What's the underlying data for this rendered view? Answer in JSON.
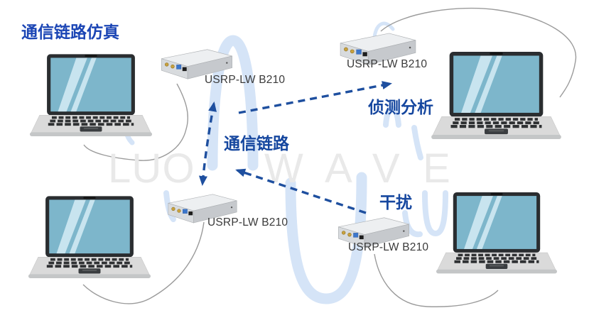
{
  "title": "通信链路仿真",
  "watermark": {
    "word1": "LUO",
    "word2": "WAVE"
  },
  "devices": {
    "usrp_top_left": {
      "label": "USRP-LW B210"
    },
    "usrp_top_right": {
      "label": "USRP-LW B210"
    },
    "usrp_bottom_middle": {
      "label": "USRP-LW B210"
    },
    "usrp_bottom_right": {
      "label": "USRP-LW B210"
    }
  },
  "connections": {
    "communication_link": {
      "label": "通信链路"
    },
    "detection_analysis": {
      "label": "侦测分析"
    },
    "interference": {
      "label": "干扰"
    }
  },
  "colors": {
    "title_blue": "#1c46b5",
    "label_blue": "#16479f",
    "arrow_blue": "#1e4f9f",
    "cable_gray": "#9b9b9b",
    "watermark_gray": "#e9e9e9",
    "watermark_blue": "#d5e4f7",
    "screen_teal": "#7db6cb"
  }
}
